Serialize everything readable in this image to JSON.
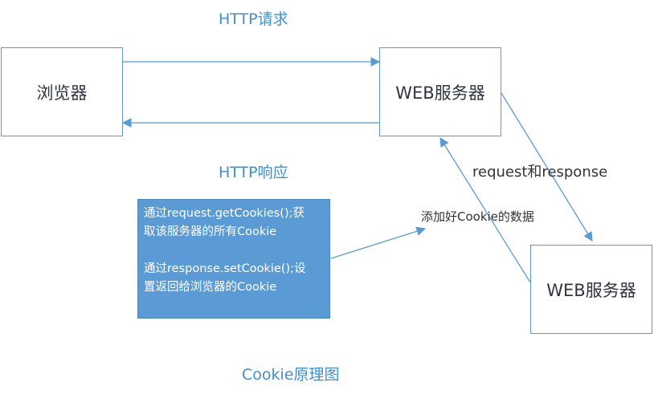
{
  "nodes": {
    "browser": "浏览器",
    "web_server_top": "WEB服务器",
    "web_server_bottom": "WEB服务器"
  },
  "labels": {
    "http_request": "HTTP请求",
    "http_response": "HTTP响应",
    "request_and_response": "request和response",
    "add_cookie_data": "添加好Cookie的数据",
    "caption": "Cookie原理图"
  },
  "note": {
    "line1": "通过request.getCookies();获",
    "line2": "取该服务器的所有Cookie",
    "line3": "通过response.setCookie();设",
    "line4": "置返回给浏览器的Cookie"
  },
  "colors": {
    "accent_blue": "#5b9bd5",
    "label_blue": "#3f8fd2",
    "text_dark": "#333333"
  }
}
